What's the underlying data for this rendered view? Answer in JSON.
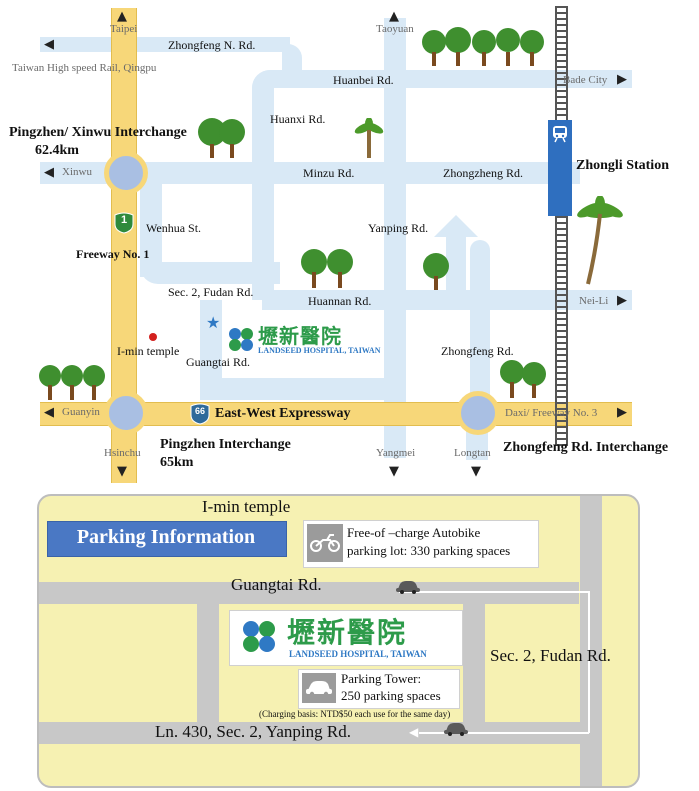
{
  "map": {
    "labels": {
      "taipei": "Taipei",
      "zhongfeng_n": "Zhongfeng N. Rd.",
      "taoyuan": "Taoyuan",
      "thsr": "Taiwan High speed Rail, Qingpu",
      "huanbei": "Huanbei Rd.",
      "bade": "Bade City",
      "huanxi": "Huanxi Rd.",
      "pingzhen_xinwu": "Pingzhen/ Xinwu Interchange",
      "km624": "62.4km",
      "xinwu": "Xinwu",
      "minzu": "Minzu Rd.",
      "zhongzheng": "Zhongzheng  Rd.",
      "zhongli_station": "Zhongli Station",
      "freeway_num": "1",
      "wenhua": "Wenhua St.",
      "yanping": "Yanping Rd.",
      "freeway1": "Freeway No. 1",
      "fudan_sec2": "Sec. 2, Fudan Rd.",
      "huannan": "Huannan Rd.",
      "neili": "Nei-Li",
      "imin": "I-min temple",
      "guangtai": "Guangtai Rd.",
      "zhongfeng": "Zhongfeng Rd.",
      "expressway_num": "66",
      "guanyin": "Guanyin",
      "east_west": "East-West Expressway",
      "daxi": "Daxi/ Freeway No. 3",
      "hsinchu": "Hsinchu",
      "yangmei": "Yangmei",
      "longtan": "Longtan",
      "pingzhen_ic": "Pingzhen Interchange",
      "km65": "65km",
      "zhongfeng_ic": "Zhongfeng Rd. Interchange"
    },
    "hospital_logo": {
      "chinese": "壢新醫院",
      "english": "LANDSEED HOSPITAL, TAIWAN"
    },
    "colors": {
      "road": "#d9e9f6",
      "highway": "#f7d779",
      "interchange": "#a9bfe3",
      "station": "#2f6fbf",
      "logo_green": "#2d9b4a",
      "logo_blue": "#2f79c4"
    }
  },
  "parking": {
    "title": "Parking Information",
    "imin": "I-min temple",
    "autobike_line1": "Free-of –charge Autobike",
    "autobike_line2": "parking lot: 330 parking spaces",
    "guangtai": "Guangtai Rd.",
    "fudan": "Sec. 2, Fudan Rd.",
    "tower_line1": "Parking Tower:",
    "tower_line2": "250 parking spaces",
    "charging": "(Charging basis: NTD$50 each use for the same day)",
    "ln430": "Ln. 430, Sec. 2, Yanping Rd.",
    "hospital_chinese": "壢新醫院",
    "hospital_english": "LANDSEED HOSPITAL, TAIWAN",
    "colors": {
      "background": "#f6f1b2",
      "road": "#c8c8c8",
      "title_bg": "#4a78c4",
      "icon_bg": "#9b9b9b"
    }
  }
}
